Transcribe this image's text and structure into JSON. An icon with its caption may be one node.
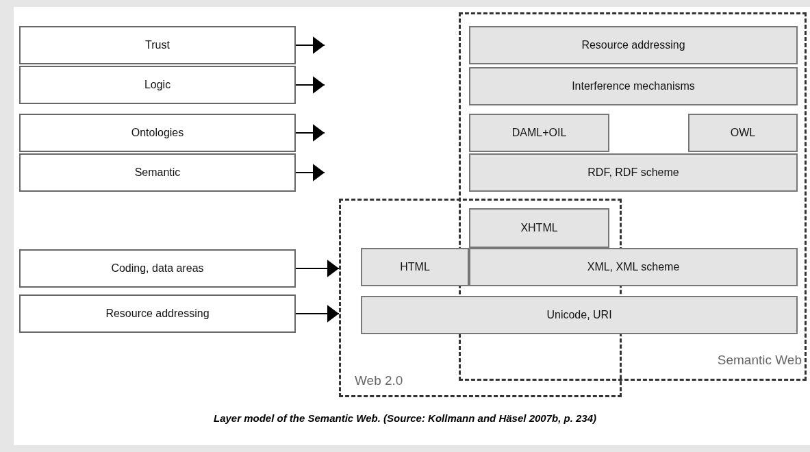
{
  "diagram": {
    "caption": "Layer model of the Semantic Web. (Source: Kollmann and Häsel 2007b, p. 234)",
    "nodes": [
      {
        "text": [
          "Trust"
        ]
      },
      {
        "text": [
          "Logic"
        ]
      },
      {
        "text": [
          "Ontologies"
        ]
      },
      {
        "text": [
          "Semantic"
        ]
      },
      {
        "text": [
          "Coding, data areas"
        ]
      },
      {
        "text": [
          "Resource addressing"
        ]
      },
      {
        "text": [
          "Semantic Web"
        ]
      },
      {
        "text": [
          "Resource addressing"
        ],
        "in": 6
      },
      {
        "text": [
          "Interference mechanisms"
        ],
        "in": 6
      },
      {
        "text": [
          "DAML+OIL"
        ],
        "in": 6
      },
      {
        "text": [
          "OWL"
        ],
        "in": 6
      },
      {
        "text": [
          "RDF, RDF scheme"
        ],
        "in": 6
      },
      {
        "text": [
          "Web 2.0"
        ]
      },
      {
        "text": [
          "XHTML"
        ]
      },
      {
        "text": [
          "HTML"
        ],
        "in": 12
      },
      {
        "text": [
          "XML, XML scheme"
        ],
        "in": 6
      },
      {
        "text": [
          "Unicode, URI"
        ]
      }
    ],
    "edges": [
      {
        "from": 0,
        "to": null,
        "arrow": "to"
      },
      {
        "from": 1,
        "to": null,
        "arrow": "to"
      },
      {
        "from": 2,
        "to": null,
        "arrow": "to"
      },
      {
        "from": 3,
        "to": null,
        "arrow": "to"
      },
      {
        "from": 4,
        "to": 12,
        "arrow": "to"
      },
      {
        "from": 5,
        "to": 12,
        "arrow": "to"
      }
    ]
  }
}
